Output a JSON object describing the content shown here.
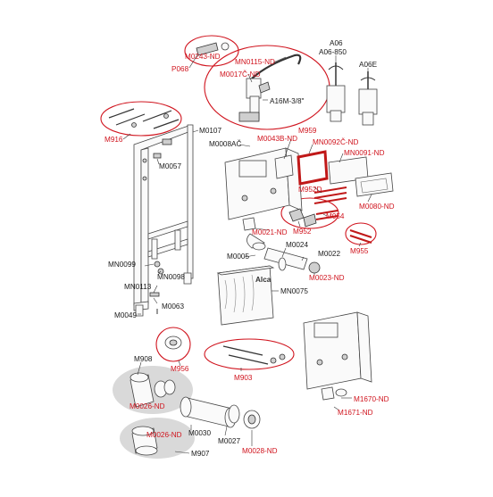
{
  "colors": {
    "callout_red": "#d0141e",
    "label_black": "#1a1a1a",
    "shadow_gray": "#d9d9d9",
    "outline": "#444444"
  },
  "labels": {
    "m0243": "M0243-ND",
    "p068": "P068",
    "mn0115": "MN0115-ND",
    "m0017c": "M0017Č-ND",
    "a16m": "A16M-3/8\"",
    "a06": "A06",
    "a06_850": "A06-850",
    "a06e": "A06E",
    "m916": "M916",
    "m0107": "M0107",
    "m0008ac": "M0008AČ",
    "m959": "M959",
    "m0043b": "M0043B-ND",
    "m0092c": "MN0092Č-ND",
    "m0091": "MN0091-ND",
    "m0057": "M0057",
    "m952d": "M952D",
    "m0080": "M0080-ND",
    "m954": "M954",
    "m952": "M952",
    "m0021": "M0021-ND",
    "m955": "M955",
    "m0024": "M0024",
    "m0005": "M0005",
    "m0022": "M0022",
    "m0023": "M0023-ND",
    "mn0099": "MN0099",
    "mn0098": "MN0098",
    "mn0113": "MN0113",
    "mn0075": "MN0075",
    "m0063": "M0063",
    "m0049": "M0049",
    "m908": "M908",
    "m956": "M956",
    "m903": "M903",
    "m0026a": "M0026-ND",
    "m1670": "M1670-ND",
    "m1671": "M1671-ND",
    "m0030": "M0030",
    "m0027": "M0027",
    "m0026b": "M0026-ND",
    "m0028": "M0028-ND",
    "m907": "M907",
    "brand": "Alca"
  }
}
